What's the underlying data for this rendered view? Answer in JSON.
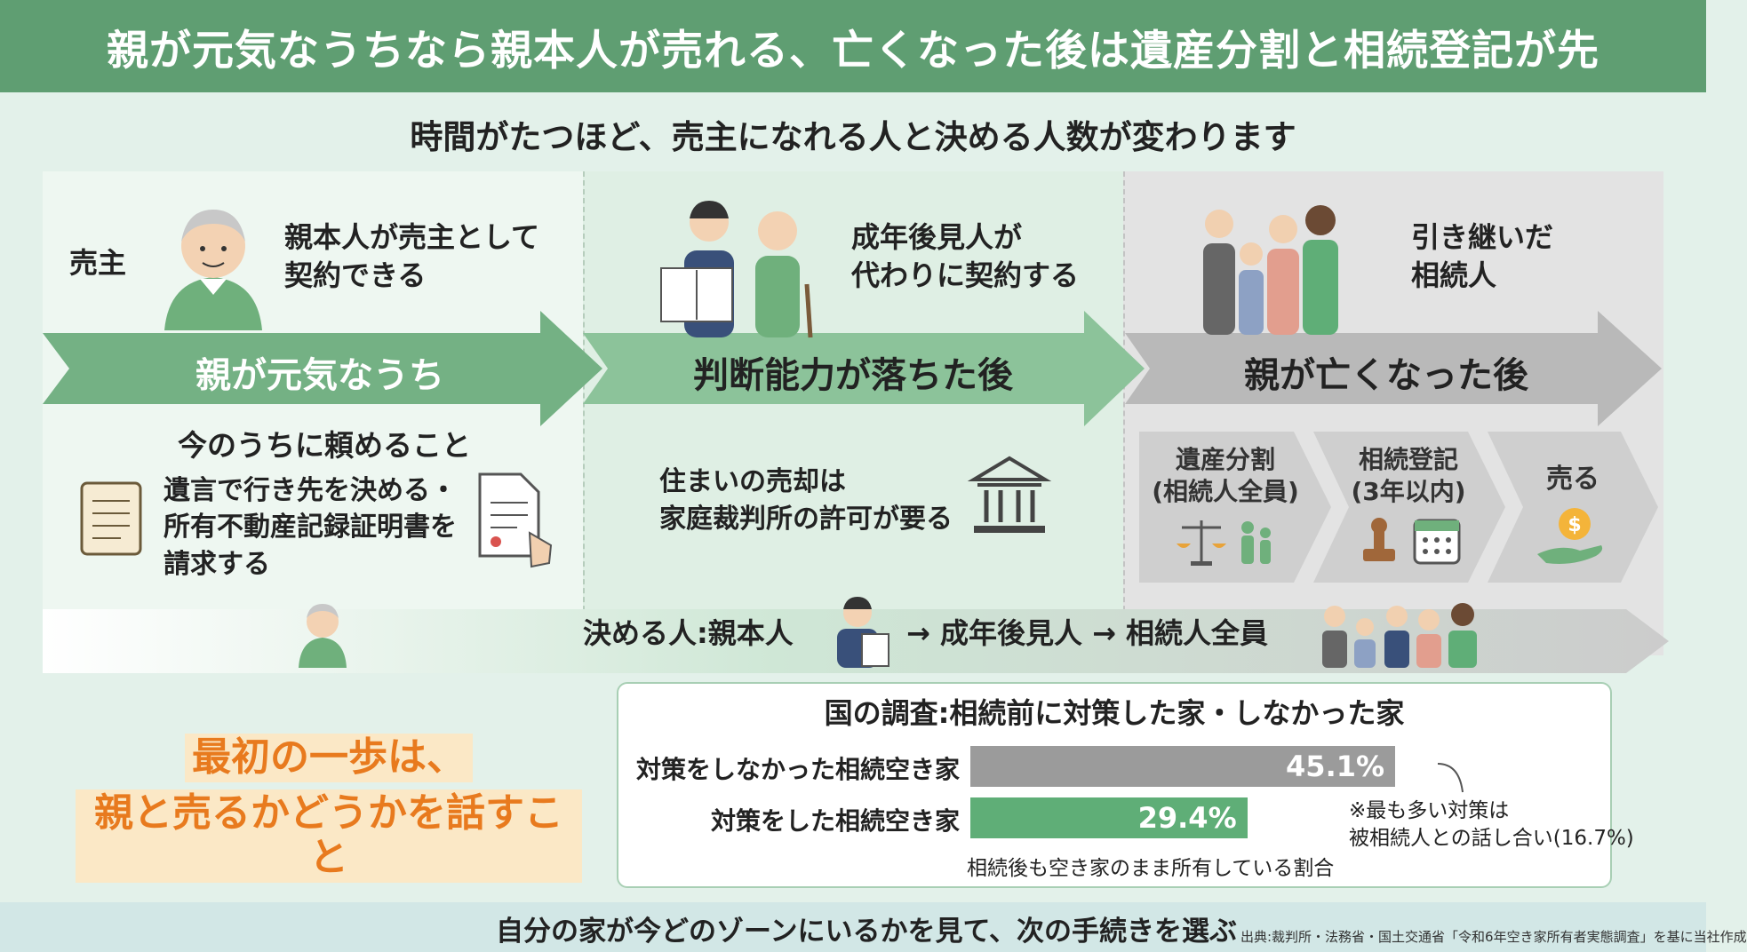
{
  "title": "親が元気なうちなら親本人が売れる、亡くなった後は遺産分割と相続登記が先",
  "subtitle": "時間がたつほど、売主になれる人と決める人数が変わります",
  "seller_label": "売主",
  "zones": [
    {
      "stage": "親が元気なうち",
      "seller": "親本人が売主として\n契約できる",
      "todo_title": "今のうちに頼めること",
      "todo_text": "遺言で行き先を決める・\n所有不動産記録証明書を\n請求する"
    },
    {
      "stage": "判断能力が落ちた後",
      "seller": "成年後見人が\n代わりに契約する",
      "note": "住まいの売却は\n家庭裁判所の許可が要る"
    },
    {
      "stage": "親が亡くなった後",
      "seller": "引き継いだ\n相続人"
    }
  ],
  "steps": [
    {
      "label": "遺産分割\n(相続人全員)"
    },
    {
      "label": "相続登記\n(3年以内)"
    },
    {
      "label": "売る"
    }
  ],
  "decider": {
    "prefix": "決める人:親本人",
    "middle": "→ 成年後見人 → 相続人全員"
  },
  "cta": {
    "line1": "最初の一歩は、",
    "line2": "親と売るかどうかを話すこと"
  },
  "chart_data": {
    "type": "bar",
    "title": "国の調査:相続前に対策した家・しなかった家",
    "categories": [
      "対策をしなかった相続空き家",
      "対策をした相続空き家"
    ],
    "values": [
      45.1,
      29.4
    ],
    "value_labels": [
      "45.1%",
      "29.4%"
    ],
    "bar_colors": [
      "#9b9b9b",
      "#5fae77"
    ],
    "xlabel": "相続後も空き家のまま所有している割合",
    "note": "※最も多い対策は\n被相続人との話し合い(16.7%)"
  },
  "footer": {
    "main": "自分の家が今どのゾーンにいるかを見て、次の手続きを選ぶ",
    "source": "出典:裁判所・法務省・国土交通省「令和6年空き家所有者実態調査」を基に当社作成"
  },
  "colors": {
    "title_bg": "#5f9e72",
    "accent": "#e87a1e",
    "green": "#5fae77",
    "gray": "#9b9b9b"
  }
}
